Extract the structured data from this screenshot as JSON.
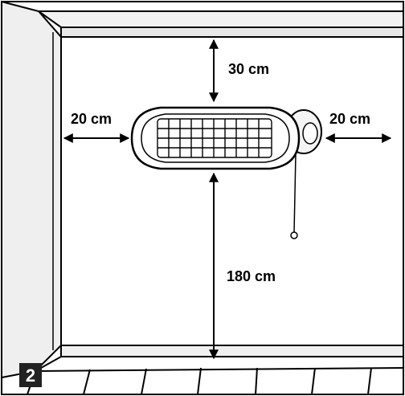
{
  "step_number": "2",
  "dimensions": {
    "top": "30 cm",
    "left": "20 cm",
    "right": "20 cm",
    "bottom": "180 cm"
  },
  "colors": {
    "line": "#000000",
    "wall": "#f4f4f4",
    "background": "#ffffff",
    "badge": "#222222"
  }
}
